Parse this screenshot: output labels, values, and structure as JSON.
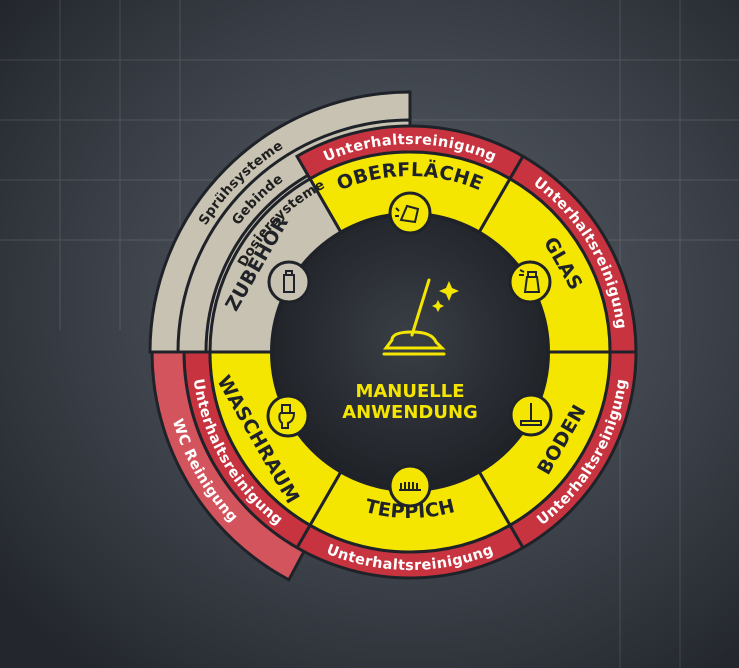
{
  "center": {
    "line1": "MANUELLE",
    "line2": "ANWENDUNG"
  },
  "colors": {
    "yellow": "#f4e600",
    "red": "#c7343f",
    "red_light": "#d3545d",
    "beige": "#c7c2b1",
    "dark": "#1f2329"
  },
  "sectors": {
    "oberflaeche": {
      "label": "OBERFLÄCHE",
      "icon": "wiping-cloth-icon"
    },
    "glas": {
      "label": "GLAS",
      "icon": "spray-bottle-icon"
    },
    "boden": {
      "label": "BODEN",
      "icon": "floor-mop-icon"
    },
    "teppich": {
      "label": "TEPPICH",
      "icon": "carpet-brush-icon"
    },
    "waschraum": {
      "label": "WASCHRAUM",
      "icon": "toilet-icon"
    },
    "zubehoer": {
      "label": "ZUBEHÖR",
      "icon": "spray-bottle-small-icon"
    }
  },
  "outer_ring": {
    "top": "Unterhaltsreinigung",
    "right_top": "Unterhaltsreinigung",
    "right_bottom": "Unterhaltsreinigung",
    "bottom": "Unterhaltsreinigung",
    "left_inner": "Unterhaltsreinigung",
    "left_outer": "WC Reinigung"
  },
  "accessory_arcs": {
    "outer": "Sprühsysteme",
    "middle": "Gebinde",
    "inner": "Dosiersysteme"
  }
}
